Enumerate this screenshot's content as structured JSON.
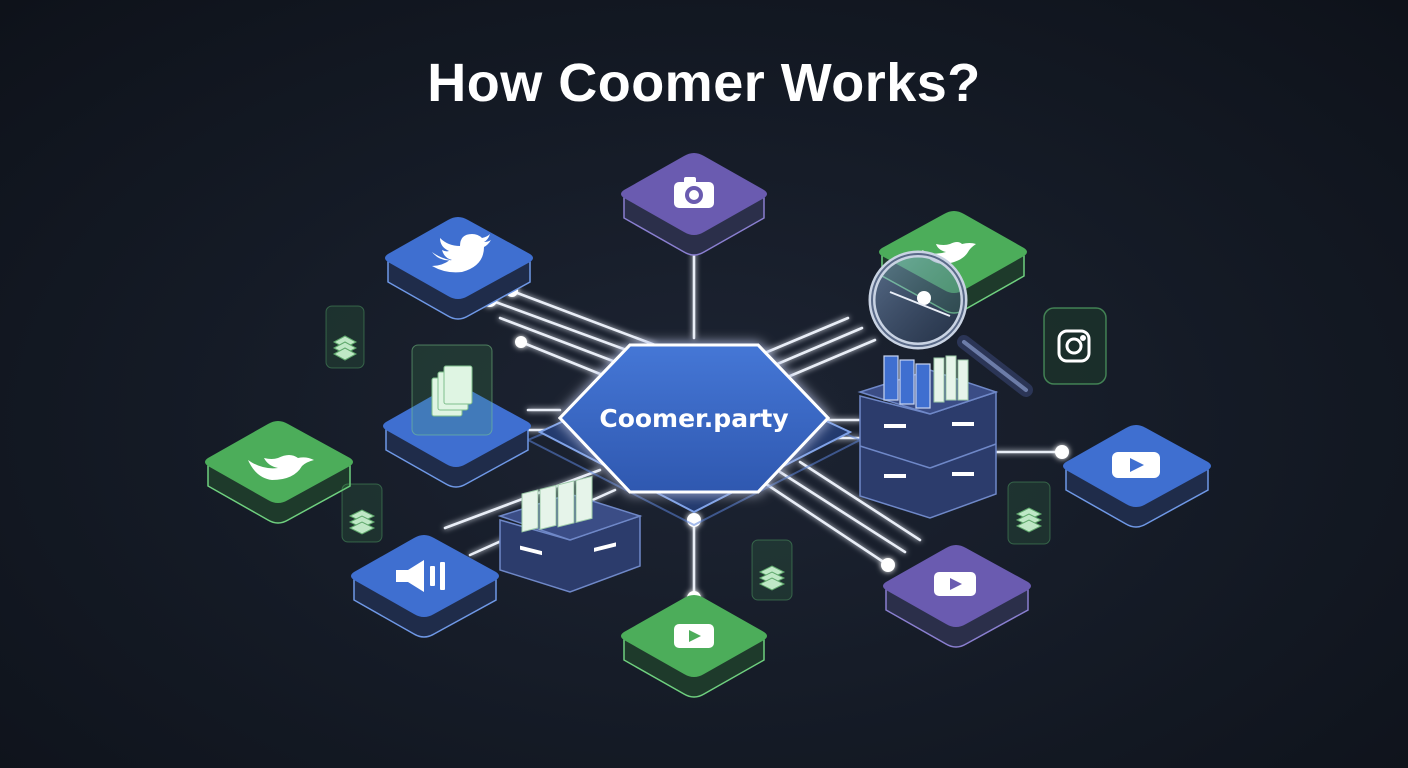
{
  "title": "How Coomer Works?",
  "hub": {
    "label": "Coomer.party"
  },
  "colors": {
    "background": "#141a25",
    "blue": "#3f6fd0",
    "green": "#4cad5a",
    "purple": "#6a5bb0",
    "hub": "#3c68c8",
    "line": "#e9eef7"
  },
  "nodes": [
    {
      "id": "instagram-top",
      "icon": "camera-icon",
      "color": "purple"
    },
    {
      "id": "twitter-top-left",
      "icon": "twitter-bird-icon",
      "color": "blue"
    },
    {
      "id": "bird-top-right",
      "icon": "bird-icon",
      "color": "green"
    },
    {
      "id": "archive-left",
      "icon": "file-stack-icon",
      "color": "blue"
    },
    {
      "id": "twitter-left",
      "icon": "twitter-bird-icon",
      "color": "green"
    },
    {
      "id": "audio-bottom-left",
      "icon": "speaker-icon",
      "color": "blue"
    },
    {
      "id": "video-bottom",
      "icon": "play-icon",
      "color": "green"
    },
    {
      "id": "video-bottom-right",
      "icon": "play-icon",
      "color": "purple"
    },
    {
      "id": "video-right",
      "icon": "play-icon",
      "color": "blue"
    },
    {
      "id": "instagram-right",
      "icon": "instagram-icon",
      "color": "glass"
    }
  ]
}
